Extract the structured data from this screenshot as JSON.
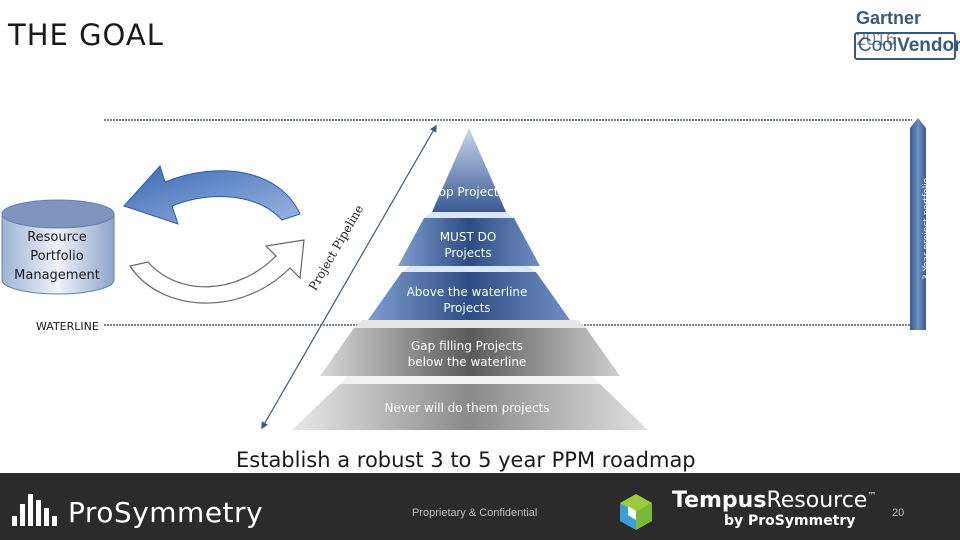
{
  "slide": {
    "title": "THE GOAL",
    "badge": {
      "brand": "Gartner",
      "year": "2016",
      "tier_prefix": "Cool",
      "tier_suffix": "Vendor"
    },
    "database_label": "Resource Portfolio Management",
    "waterline_label": "WATERLINE",
    "pipeline_label": "Project Pipeline",
    "portfolio_label": "3 Year project portfolio",
    "pyramid": {
      "tier1": "Top Projects",
      "tier2": "MUST DO Projects",
      "tier3": "Above the waterline Projects",
      "tier4": "Gap filling Projects below the waterline",
      "tier5": "Never will do them projects"
    },
    "headline": "Establish a robust 3 to 5 year PPM roadmap"
  },
  "footer": {
    "company": "ProSymmetry",
    "confidential": "Proprietary & Confidential",
    "product_name_bold": "Tempus",
    "product_name_regular": "Resource",
    "product_tm": "™",
    "product_sub": "by ProSymmetry",
    "page_number": "20"
  },
  "colors": {
    "pyramid_blue_dark": "#2f4f86",
    "pyramid_blue_light": "#6f8fc4",
    "pyramid_gray_dark": "#5a5a5a",
    "pyramid_gray_light": "#c8c8c8",
    "footer_bg": "#2b2b2b",
    "portfolio_bar": "#4a6fa5"
  }
}
